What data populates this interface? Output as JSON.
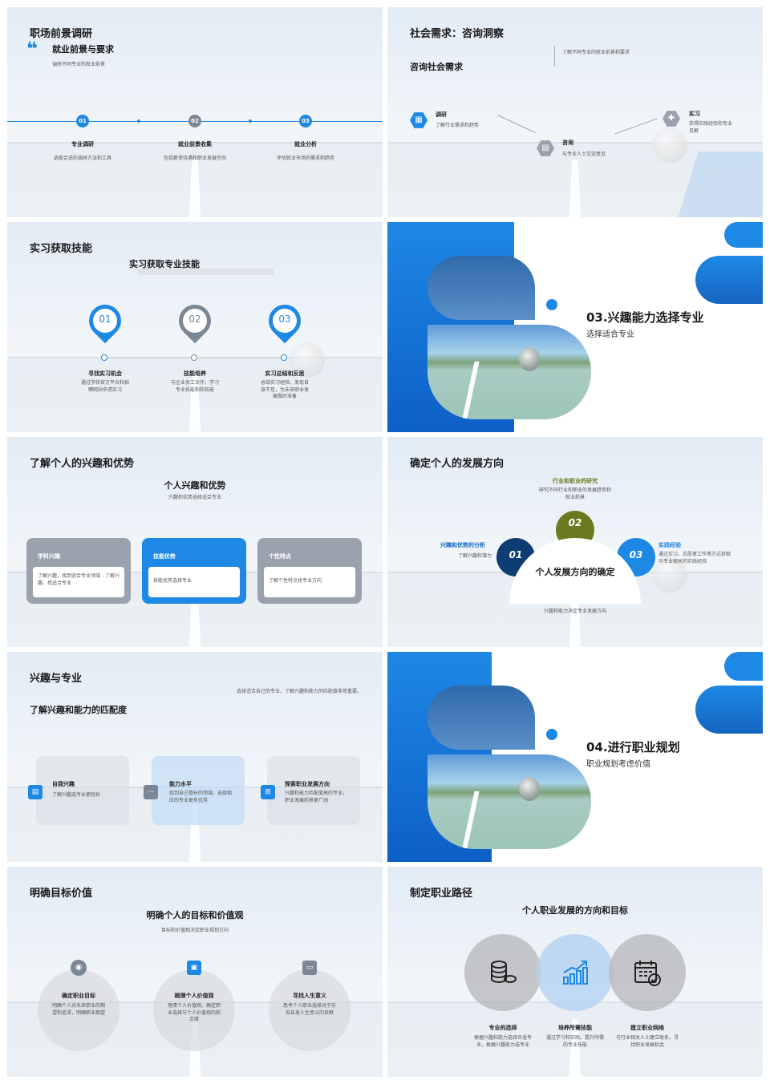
{
  "s1": {
    "title": "职场前景调研",
    "subtitle": "就业前景与要求",
    "desc": "调研不同专业的就业前景",
    "steps": [
      {
        "num": "01",
        "label": "专业调研",
        "desc": "选取合适的调研方法和工具"
      },
      {
        "num": "02",
        "label": "就业前景收集",
        "desc": "包括薪资待遇和职业发展空间"
      },
      {
        "num": "03",
        "label": "就业分析",
        "desc": "评估就业市场的需求和趋势"
      }
    ]
  },
  "s2": {
    "title": "社会需求：咨询洞察",
    "subtitle": "咨询社会需求",
    "desc": "了解不同专业的就业前景和要求",
    "items": [
      {
        "label": "调研",
        "desc": "了解行业需求和趋势"
      },
      {
        "label": "咨询",
        "desc": "与专业人士交流意见"
      },
      {
        "label": "实习",
        "desc": "获得实践经验和专业见解"
      }
    ]
  },
  "s3": {
    "title": "实习获取技能",
    "subtitle": "实习获取专业技能",
    "steps": [
      {
        "num": "01",
        "label": "寻找实习机会",
        "desc": "通过学校官方平台和招聘网站申请实习"
      },
      {
        "num": "02",
        "label": "技能培养",
        "desc": "与企业员工合作，学习专业技能和软技能"
      },
      {
        "num": "03",
        "label": "实习总结和反思",
        "desc": "总结实习经验，发现自身不足，为未来职业发展做好准备"
      }
    ]
  },
  "s4": {
    "title": "03.兴趣能力选择专业",
    "subtitle": "选择适合专业"
  },
  "s5": {
    "title": "了解个人的兴趣和优势",
    "subtitle": "个人兴趣和优势",
    "desc": "兴趣和优势选择适合专业",
    "cards": [
      {
        "label": "学科兴趣",
        "desc": "了解兴趣，找到适合专业领域 - 了解兴趣、找适合专业"
      },
      {
        "label": "技能优势",
        "desc": "技能优势选择专业"
      },
      {
        "label": "个性特点",
        "desc": "了解个性特点找专业方向"
      }
    ]
  },
  "s6": {
    "title": "确定个人的发展方向",
    "center": "个人发展方向的确定",
    "bottom": "兴趣和能力决定专业发展方向",
    "items": [
      {
        "num": "01",
        "label": "兴趣和优势的分析",
        "desc": "了解兴趣和潜力"
      },
      {
        "num": "02",
        "label": "行业和职业的研究",
        "desc": "研究不同行业和职业的发展趋势和就业前景"
      },
      {
        "num": "03",
        "label": "实践经验",
        "desc": "通过实习、志愿者工作等方式获取与专业相关的实践经验"
      }
    ],
    "colors": {
      "c1": "#0d3d73",
      "c2": "#6b7a1f",
      "c3": "#1e88e5"
    }
  },
  "s7": {
    "title": "兴趣与专业",
    "subtitle": "了解兴趣和能力的匹配度",
    "desc": "选择适合自己的专业，了解兴趣和能力的匹配度非常重要。",
    "cards": [
      {
        "label": "自我兴趣",
        "desc": "了解兴趣选专业更轻松"
      },
      {
        "label": "能力水平",
        "desc": "找到自己擅长的领域，选择相应的专业更有优势"
      },
      {
        "label": "探索职业发展方向",
        "desc": "兴趣和能力匹配度高的专业，职业发展前景更广阔"
      }
    ]
  },
  "s8": {
    "title": "04.进行职业规划",
    "subtitle": "职业规划考虑价值"
  },
  "s9": {
    "title": "明确目标价值",
    "subtitle": "明确个人的目标和价值观",
    "desc": "目标和价值观决定职业规划方向",
    "items": [
      {
        "label": "确定职业目标",
        "desc": "明确个人对未来职业的期望和追求，明确职业期望"
      },
      {
        "label": "梳理个人价值观",
        "desc": "理清个人价值观，确定职业选择与个人价值观的契合度"
      },
      {
        "label": "寻找人生意义",
        "desc": "思考个人职业选择对于实现自身人生意义的贡献"
      }
    ]
  },
  "s10": {
    "title": "制定职业路径",
    "subtitle": "个人职业发展的方向和目标",
    "items": [
      {
        "label": "专业的选择",
        "desc": "根据兴趣和能力选择合适专业，根据兴趣能力选专业"
      },
      {
        "label": "培养所需技能",
        "desc": "通过学习和实践，提升所需的专业技能"
      },
      {
        "label": "建立职业网络",
        "desc": "与行业相关人士建立联系，寻找职业发展机会"
      }
    ]
  },
  "colors": {
    "blue": "#1e88e5",
    "gray": "#9aa3ad",
    "dark": "#1a1a1a"
  }
}
